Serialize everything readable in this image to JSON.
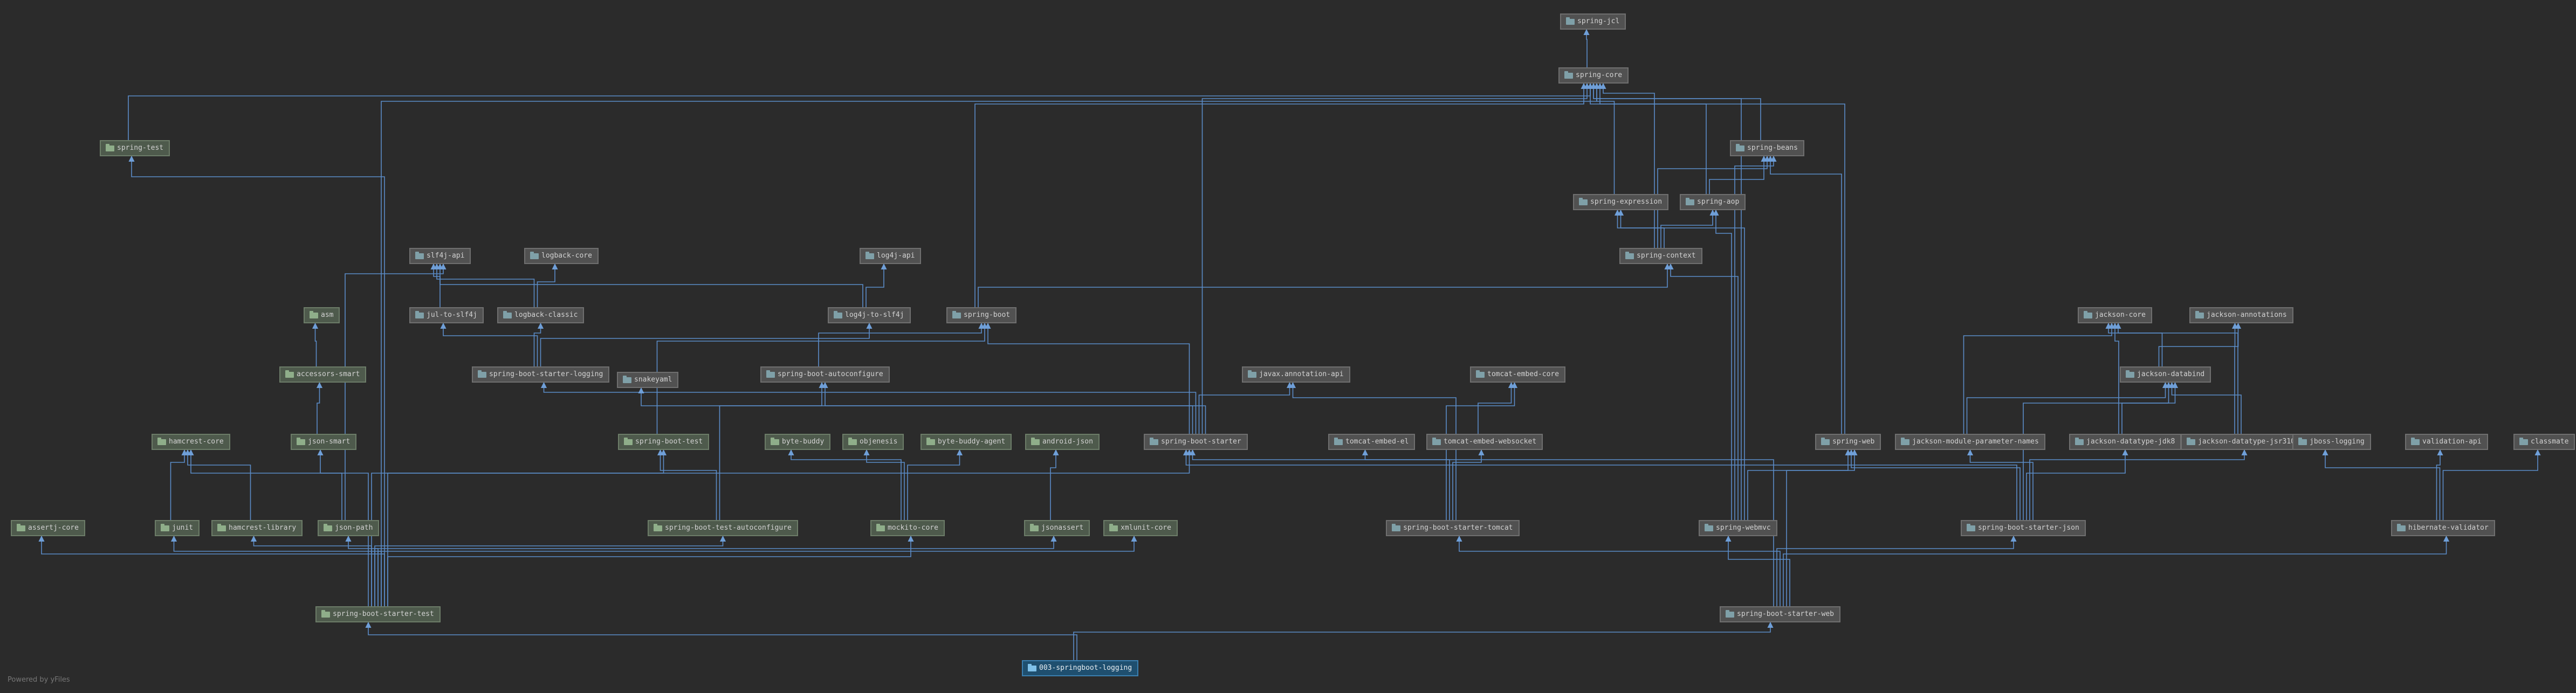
{
  "diagram": {
    "footer": "Powered by yFiles",
    "nodes": [
      {
        "id": "spring-jcl",
        "label": "spring-jcl"
      },
      {
        "id": "spring-core",
        "label": "spring-core"
      },
      {
        "id": "spring-test",
        "label": "spring-test",
        "kind": "test"
      },
      {
        "id": "spring-beans",
        "label": "spring-beans"
      },
      {
        "id": "spring-expression",
        "label": "spring-expression"
      },
      {
        "id": "spring-aop",
        "label": "spring-aop"
      },
      {
        "id": "spring-context",
        "label": "spring-context"
      },
      {
        "id": "slf4j-api",
        "label": "slf4j-api"
      },
      {
        "id": "logback-core",
        "label": "logback-core"
      },
      {
        "id": "log4j-api",
        "label": "log4j-api"
      },
      {
        "id": "asm",
        "label": "asm",
        "kind": "test"
      },
      {
        "id": "jul-to-slf4j",
        "label": "jul-to-slf4j"
      },
      {
        "id": "logback-classic",
        "label": "logback-classic"
      },
      {
        "id": "log4j-to-slf4j",
        "label": "log4j-to-slf4j"
      },
      {
        "id": "spring-boot",
        "label": "spring-boot"
      },
      {
        "id": "jackson-core",
        "label": "jackson-core"
      },
      {
        "id": "jackson-annotations",
        "label": "jackson-annotations"
      },
      {
        "id": "accessors-smart",
        "label": "accessors-smart",
        "kind": "test"
      },
      {
        "id": "spring-boot-starter-logging",
        "label": "spring-boot-starter-logging"
      },
      {
        "id": "spring-boot-autoconfigure",
        "label": "spring-boot-autoconfigure"
      },
      {
        "id": "javax.annotation-api",
        "label": "javax.annotation-api"
      },
      {
        "id": "tomcat-embed-core",
        "label": "tomcat-embed-core"
      },
      {
        "id": "jackson-databind",
        "label": "jackson-databind"
      },
      {
        "id": "snakeyaml",
        "label": "snakeyaml"
      },
      {
        "id": "hamcrest-core",
        "label": "hamcrest-core",
        "kind": "test"
      },
      {
        "id": "json-smart",
        "label": "json-smart",
        "kind": "test"
      },
      {
        "id": "spring-boot-test",
        "label": "spring-boot-test",
        "kind": "test"
      },
      {
        "id": "byte-buddy",
        "label": "byte-buddy",
        "kind": "test"
      },
      {
        "id": "objenesis",
        "label": "objenesis",
        "kind": "test"
      },
      {
        "id": "byte-buddy-agent",
        "label": "byte-buddy-agent",
        "kind": "test"
      },
      {
        "id": "android-json",
        "label": "android-json",
        "kind": "test"
      },
      {
        "id": "spring-boot-starter",
        "label": "spring-boot-starter"
      },
      {
        "id": "tomcat-embed-el",
        "label": "tomcat-embed-el"
      },
      {
        "id": "tomcat-embed-websocket",
        "label": "tomcat-embed-websocket"
      },
      {
        "id": "spring-web",
        "label": "spring-web"
      },
      {
        "id": "jackson-module-parameter-names",
        "label": "jackson-module-parameter-names"
      },
      {
        "id": "jackson-datatype-jdk8",
        "label": "jackson-datatype-jdk8"
      },
      {
        "id": "jackson-datatype-jsr310",
        "label": "jackson-datatype-jsr310"
      },
      {
        "id": "jboss-logging",
        "label": "jboss-logging"
      },
      {
        "id": "validation-api",
        "label": "validation-api"
      },
      {
        "id": "classmate",
        "label": "classmate"
      },
      {
        "id": "assertj-core",
        "label": "assertj-core",
        "kind": "test"
      },
      {
        "id": "junit",
        "label": "junit",
        "kind": "test"
      },
      {
        "id": "hamcrest-library",
        "label": "hamcrest-library",
        "kind": "test"
      },
      {
        "id": "json-path",
        "label": "json-path",
        "kind": "test"
      },
      {
        "id": "spring-boot-test-autoconfigure",
        "label": "spring-boot-test-autoconfigure",
        "kind": "test"
      },
      {
        "id": "mockito-core",
        "label": "mockito-core",
        "kind": "test"
      },
      {
        "id": "jsonassert",
        "label": "jsonassert",
        "kind": "test"
      },
      {
        "id": "xmlunit-core",
        "label": "xmlunit-core",
        "kind": "test"
      },
      {
        "id": "spring-boot-starter-tomcat",
        "label": "spring-boot-starter-tomcat"
      },
      {
        "id": "spring-webmvc",
        "label": "spring-webmvc"
      },
      {
        "id": "spring-boot-starter-json",
        "label": "spring-boot-starter-json"
      },
      {
        "id": "hibernate-validator",
        "label": "hibernate-validator"
      },
      {
        "id": "spring-boot-starter-test",
        "label": "spring-boot-starter-test",
        "kind": "test"
      },
      {
        "id": "spring-boot-starter-web",
        "label": "spring-boot-starter-web"
      },
      {
        "id": "003-springboot-logging",
        "label": "003-springboot-logging",
        "kind": "root"
      }
    ],
    "edges": [
      [
        "spring-core",
        "spring-jcl"
      ],
      [
        "spring-test",
        "spring-core"
      ],
      [
        "spring-beans",
        "spring-core"
      ],
      [
        "spring-expression",
        "spring-core"
      ],
      [
        "spring-aop",
        "spring-core"
      ],
      [
        "spring-aop",
        "spring-beans"
      ],
      [
        "spring-context",
        "spring-core"
      ],
      [
        "spring-context",
        "spring-beans"
      ],
      [
        "spring-context",
        "spring-aop"
      ],
      [
        "spring-context",
        "spring-expression"
      ],
      [
        "spring-boot",
        "spring-core"
      ],
      [
        "spring-boot",
        "spring-context"
      ],
      [
        "spring-boot-autoconfigure",
        "spring-boot"
      ],
      [
        "jul-to-slf4j",
        "slf4j-api"
      ],
      [
        "logback-classic",
        "slf4j-api"
      ],
      [
        "logback-classic",
        "logback-core"
      ],
      [
        "log4j-to-slf4j",
        "slf4j-api"
      ],
      [
        "log4j-to-slf4j",
        "log4j-api"
      ],
      [
        "spring-boot-starter-logging",
        "logback-classic"
      ],
      [
        "spring-boot-starter-logging",
        "jul-to-slf4j"
      ],
      [
        "spring-boot-starter-logging",
        "log4j-to-slf4j"
      ],
      [
        "accessors-smart",
        "asm"
      ],
      [
        "json-smart",
        "accessors-smart"
      ],
      [
        "json-path",
        "json-smart"
      ],
      [
        "json-path",
        "slf4j-api"
      ],
      [
        "junit",
        "hamcrest-core"
      ],
      [
        "hamcrest-library",
        "hamcrest-core"
      ],
      [
        "spring-boot-test",
        "spring-boot"
      ],
      [
        "spring-boot-test-autoconfigure",
        "spring-boot-test"
      ],
      [
        "spring-boot-test-autoconfigure",
        "spring-boot-autoconfigure"
      ],
      [
        "mockito-core",
        "byte-buddy"
      ],
      [
        "mockito-core",
        "objenesis"
      ],
      [
        "mockito-core",
        "byte-buddy-agent"
      ],
      [
        "jsonassert",
        "android-json"
      ],
      [
        "spring-boot-starter",
        "spring-boot"
      ],
      [
        "spring-boot-starter",
        "spring-boot-autoconfigure"
      ],
      [
        "spring-boot-starter",
        "spring-boot-starter-logging"
      ],
      [
        "spring-boot-starter",
        "javax.annotation-api"
      ],
      [
        "spring-boot-starter",
        "spring-core"
      ],
      [
        "spring-boot-starter",
        "snakeyaml"
      ],
      [
        "tomcat-embed-websocket",
        "tomcat-embed-core"
      ],
      [
        "spring-boot-starter-tomcat",
        "tomcat-embed-core"
      ],
      [
        "spring-boot-starter-tomcat",
        "tomcat-embed-el"
      ],
      [
        "spring-boot-starter-tomcat",
        "tomcat-embed-websocket"
      ],
      [
        "spring-boot-starter-tomcat",
        "javax.annotation-api"
      ],
      [
        "spring-web",
        "spring-beans"
      ],
      [
        "spring-web",
        "spring-core"
      ],
      [
        "spring-webmvc",
        "spring-aop"
      ],
      [
        "spring-webmvc",
        "spring-beans"
      ],
      [
        "spring-webmvc",
        "spring-context"
      ],
      [
        "spring-webmvc",
        "spring-core"
      ],
      [
        "spring-webmvc",
        "spring-expression"
      ],
      [
        "spring-webmvc",
        "spring-web"
      ],
      [
        "jackson-databind",
        "jackson-annotations"
      ],
      [
        "jackson-databind",
        "jackson-core"
      ],
      [
        "jackson-module-parameter-names",
        "jackson-core"
      ],
      [
        "jackson-module-parameter-names",
        "jackson-databind"
      ],
      [
        "jackson-datatype-jdk8",
        "jackson-core"
      ],
      [
        "jackson-datatype-jdk8",
        "jackson-databind"
      ],
      [
        "jackson-datatype-jsr310",
        "jackson-annotations"
      ],
      [
        "jackson-datatype-jsr310",
        "jackson-core"
      ],
      [
        "jackson-datatype-jsr310",
        "jackson-databind"
      ],
      [
        "spring-boot-starter-json",
        "spring-boot-starter"
      ],
      [
        "spring-boot-starter-json",
        "spring-web"
      ],
      [
        "spring-boot-starter-json",
        "jackson-databind"
      ],
      [
        "spring-boot-starter-json",
        "jackson-datatype-jdk8"
      ],
      [
        "spring-boot-starter-json",
        "jackson-datatype-jsr310"
      ],
      [
        "spring-boot-starter-json",
        "jackson-module-parameter-names"
      ],
      [
        "hibernate-validator",
        "validation-api"
      ],
      [
        "hibernate-validator",
        "jboss-logging"
      ],
      [
        "hibernate-validator",
        "classmate"
      ],
      [
        "spring-boot-starter-test",
        "spring-boot-test"
      ],
      [
        "spring-boot-starter-test",
        "spring-boot-test-autoconfigure"
      ],
      [
        "spring-boot-starter-test",
        "json-path"
      ],
      [
        "spring-boot-starter-test",
        "junit"
      ],
      [
        "spring-boot-starter-test",
        "assertj-core"
      ],
      [
        "spring-boot-starter-test",
        "mockito-core"
      ],
      [
        "spring-boot-starter-test",
        "hamcrest-core"
      ],
      [
        "spring-boot-starter-test",
        "hamcrest-library"
      ],
      [
        "spring-boot-starter-test",
        "jsonassert"
      ],
      [
        "spring-boot-starter-test",
        "xmlunit-core"
      ],
      [
        "spring-boot-starter-test",
        "spring-core"
      ],
      [
        "spring-boot-starter-test",
        "spring-test"
      ],
      [
        "spring-boot-starter-test",
        "spring-boot-starter"
      ],
      [
        "spring-boot-starter-web",
        "spring-boot-starter"
      ],
      [
        "spring-boot-starter-web",
        "spring-boot-starter-json"
      ],
      [
        "spring-boot-starter-web",
        "spring-boot-starter-tomcat"
      ],
      [
        "spring-boot-starter-web",
        "hibernate-validator"
      ],
      [
        "spring-boot-starter-web",
        "spring-web"
      ],
      [
        "spring-boot-starter-web",
        "spring-webmvc"
      ],
      [
        "003-springboot-logging",
        "spring-boot-starter-web"
      ],
      [
        "003-springboot-logging",
        "spring-boot-starter-test"
      ]
    ]
  }
}
